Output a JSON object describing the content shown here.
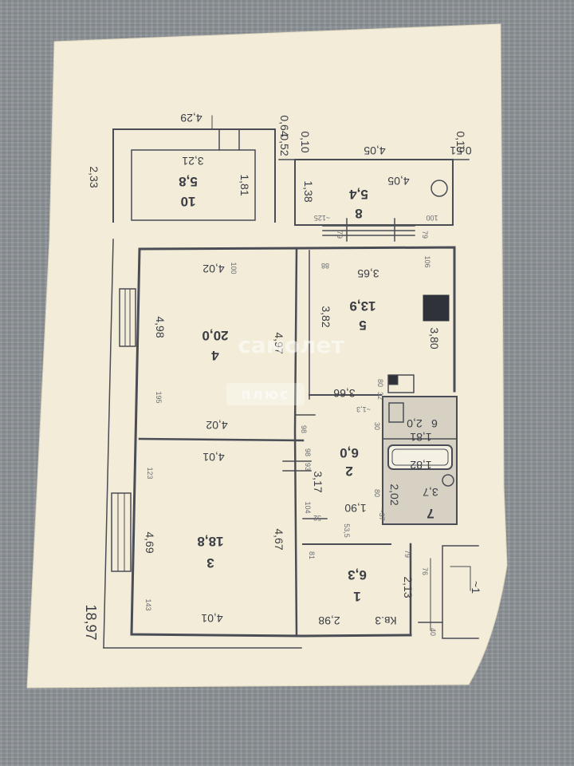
{
  "plan": {
    "overall": {
      "height_label": "18,97",
      "left_label": "2,33",
      "top_label": "4,29"
    },
    "balcony_top": {
      "id": "10",
      "area": "5,8",
      "w": "3,21",
      "h": "1,81"
    },
    "room_8": {
      "id": "8",
      "area": "5,4",
      "w": "4,05",
      "h": "1,38",
      "top_w": "4,05",
      "small": [
        "0,64",
        "0,52",
        "0,10",
        "0,19",
        "0,51",
        "79",
        "79"
      ],
      "note1": "~125",
      "note2": "100"
    },
    "room_4": {
      "id": "4",
      "area": "20,0",
      "w_top": "4,02",
      "w_bottom": "4,02",
      "h_left": "4,98",
      "h_right": "4,97",
      "small": [
        "100",
        "195",
        "98"
      ]
    },
    "room_5": {
      "id": "5",
      "area": "13,9",
      "w": "3,65",
      "h_left": "3,82",
      "h_right": "3,80",
      "bottom": "3,66",
      "small": [
        "88",
        "106"
      ]
    },
    "room_3": {
      "id": "3",
      "area": "18,8",
      "w_top": "4,01",
      "w_bottom": "4,01",
      "h_left": "4,69",
      "h_right": "4,67",
      "small": [
        "123",
        "143"
      ]
    },
    "room_2": {
      "id": "2",
      "area": "6,0",
      "h": "3,17",
      "w": "1,90",
      "small": [
        "98",
        "93",
        "104",
        "52",
        "53,5",
        "~37",
        "80"
      ]
    },
    "room_6": {
      "id": "6",
      "area": "2,0",
      "w": "1,81",
      "note": "~1,3",
      "small": [
        "80",
        "32",
        "30"
      ]
    },
    "room_7": {
      "id": "7",
      "area": "3,7",
      "w": "2,02",
      "bath": "1,82"
    },
    "room_1": {
      "id": "1",
      "area": "6,3",
      "h": "2,13",
      "w": "2,98",
      "apt": "Кв.3",
      "small": [
        "81",
        "79",
        "76",
        "40",
        "~1"
      ]
    }
  },
  "watermark": {
    "line1": "самолет",
    "line2": "плюс"
  },
  "colors": {
    "paper": "#f2ecd8",
    "line": "#4a4d55",
    "wall": "#55585f",
    "background": "#8e9398",
    "bath_tile": "#bfbcb2"
  }
}
